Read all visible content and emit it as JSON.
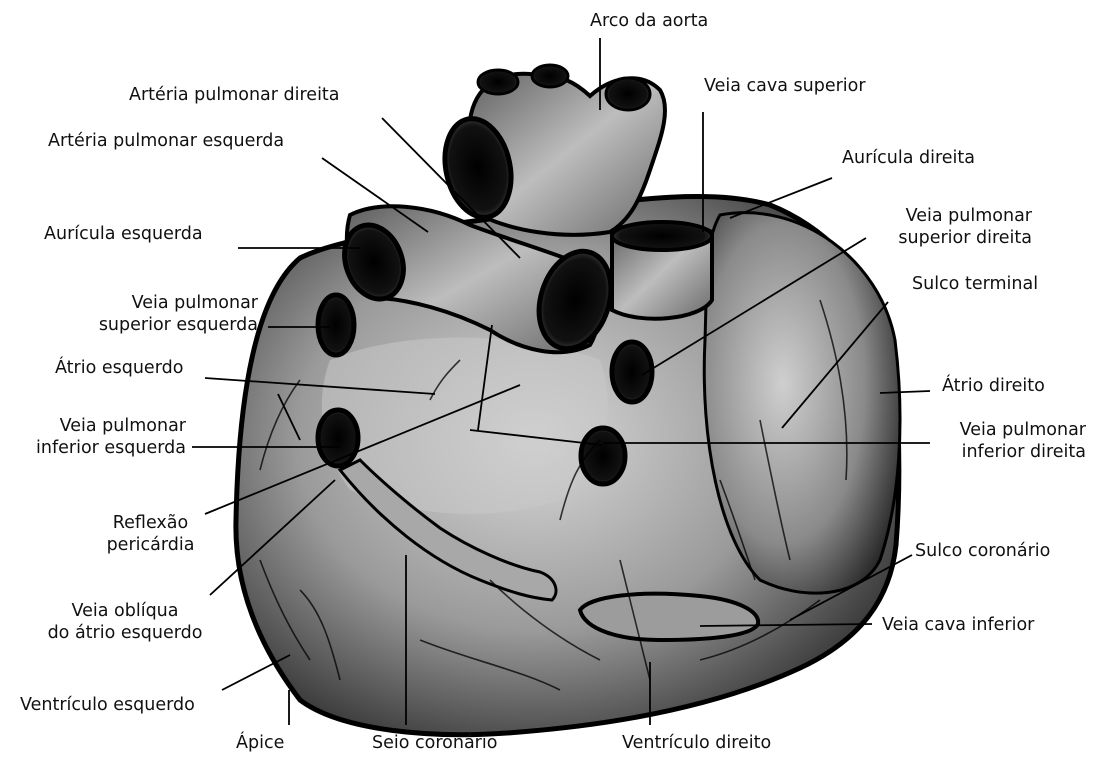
{
  "labels": {
    "arco_aorta": "Arco da aorta",
    "arteria_pulmonar_direita": "Artéria pulmonar direita",
    "veia_cava_superior": "Veia cava superior",
    "arteria_pulmonar_esquerda": "Artéria pulmonar esquerda",
    "auricula_direita": "Aurícula direita",
    "veia_pulmonar_superior_direita": [
      "Veia pulmonar",
      "superior direita"
    ],
    "auricula_esquerda": "Aurícula esquerda",
    "sulco_terminal": "Sulco terminal",
    "veia_pulmonar_superior_esquerda": [
      "Veia pulmonar",
      "superior esquerda"
    ],
    "atrio_esquerdo": "Átrio esquerdo",
    "atrio_direito": "Átrio direito",
    "veia_pulmonar_inferior_esquerda": [
      "Veia pulmonar",
      "inferior esquerda"
    ],
    "veia_pulmonar_inferior_direita": [
      "Veia pulmonar",
      "inferior direita"
    ],
    "reflexao_pericardia": [
      "Reflexão",
      "pericárdia"
    ],
    "sulco_coronario": "Sulco coronário",
    "veia_obliqua": [
      "Veia oblíqua",
      "do átrio esquerdo"
    ],
    "veia_cava_inferior": "Veia cava inferior",
    "ventriculo_esquerdo": "Ventrículo esquerdo",
    "apice": "Ápice",
    "seio_coronario": "Seio coronário",
    "ventriculo_direito": "Ventrículo direito"
  }
}
